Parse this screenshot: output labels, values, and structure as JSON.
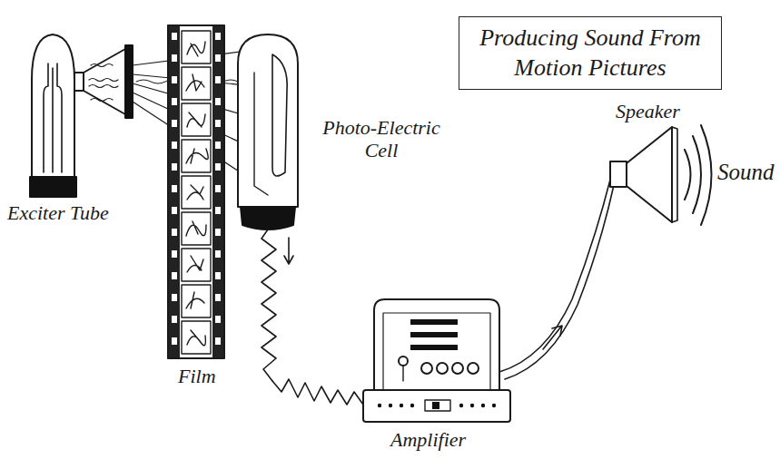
{
  "diagram": {
    "title": "Producing Sound From Motion Pictures",
    "labels": [
      "Exciter Tube",
      "Film",
      "Photo-Electric Cell",
      "Amplifier",
      "Speaker",
      "Sound"
    ]
  }
}
